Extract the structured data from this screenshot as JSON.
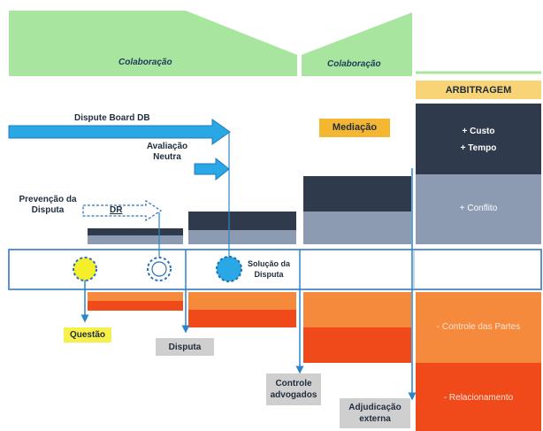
{
  "banners": {
    "left_label": "Colaboração",
    "right_label": "Colaboração"
  },
  "arrows": {
    "dispute_board": "Dispute Board DB",
    "avaliacao": "Avaliação\nNeutra",
    "prevencao": "Prevenção da\nDisputa",
    "dr": "DR"
  },
  "mediacao": "Mediação",
  "arbitragem": {
    "header": "ARBITRAGEM",
    "custo": "+ Custo",
    "tempo": "+ Tempo",
    "conflito": "+ Conflito",
    "controle_partes": "- Controle das Partes",
    "relacionamento": "- Relacionamento"
  },
  "solucao": "Solução da\nDisputa",
  "tags": {
    "questao": "Questão",
    "disputa": "Disputa",
    "controle_advogados": "Controle\nadvogados",
    "adjudicacao": "Adjudicação\nexterna"
  },
  "colors": {
    "banner_green": "#a8e6a0",
    "dark_navy": "#2f3a4c",
    "slate": "#8c9bb2",
    "orange": "#f58a3c",
    "red": "#f04a1a",
    "blue_arrow": "#2aa8e6",
    "mediacao_bg": "#f5b731",
    "arbitragem_bg": "#f8d477",
    "questao_bg": "#f7f04a",
    "gray_tag": "#cfcfcf"
  }
}
